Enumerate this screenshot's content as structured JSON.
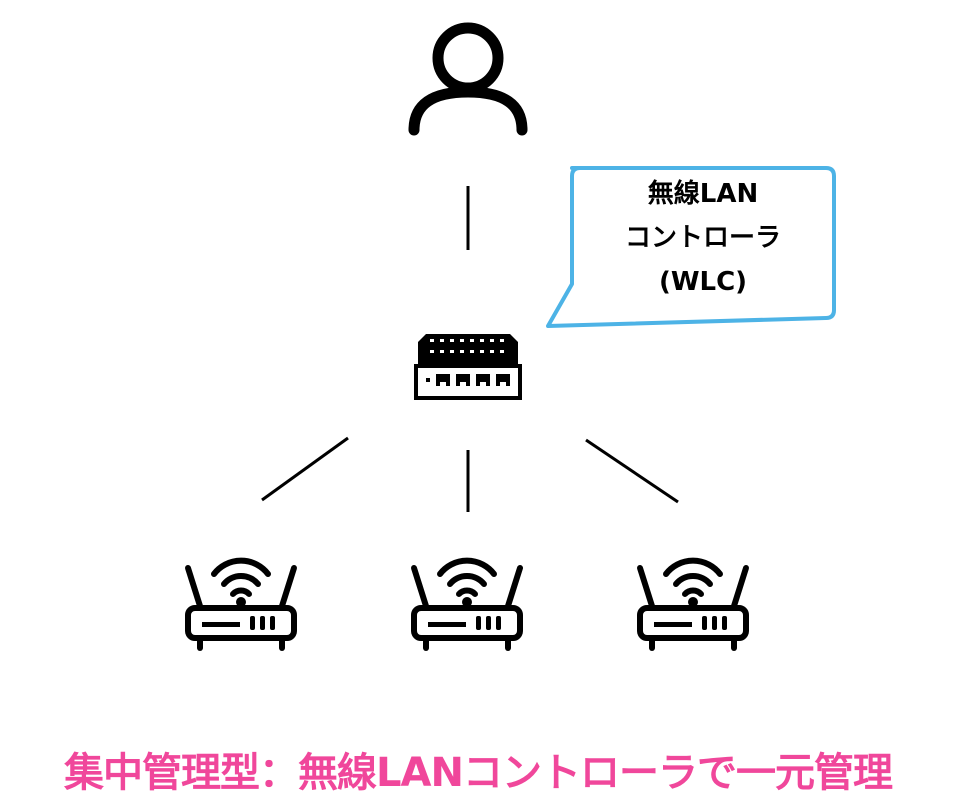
{
  "callout": {
    "line1": "無線LAN",
    "line2": "コントローラ",
    "line3": "(WLC)",
    "border_color": "#4db3e6"
  },
  "caption": {
    "text": "集中管理型：無線LANコントローラで一元管理",
    "color": "#f0479b"
  },
  "icons": {
    "user": "person-icon",
    "controller": "network-switch-icon",
    "access_points": [
      "wifi-router-icon",
      "wifi-router-icon",
      "wifi-router-icon"
    ]
  }
}
